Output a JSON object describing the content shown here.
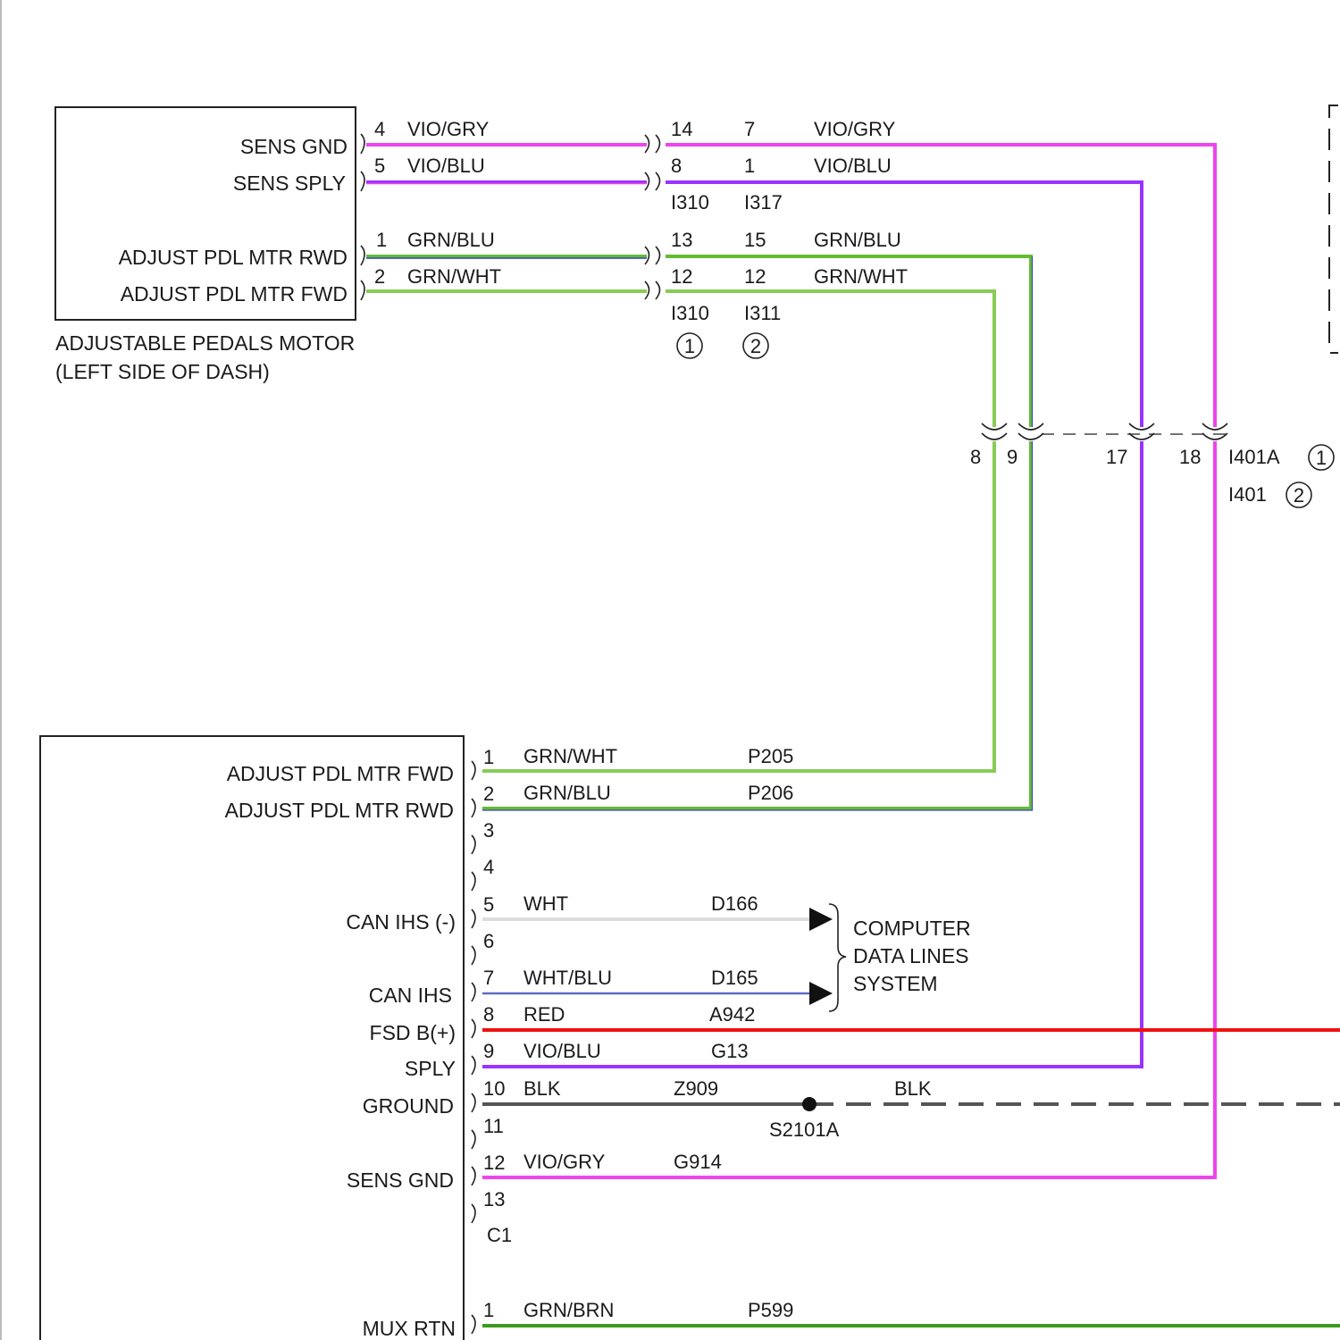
{
  "pedal_motor": {
    "pins": [
      {
        "label": "SENS GND",
        "pin": "4",
        "color": "VIO/GRY"
      },
      {
        "label": "SENS SPLY",
        "pin": "5",
        "color": "VIO/BLU"
      },
      {
        "label": "ADJUST PDL MTR RWD",
        "pin": "1",
        "color": "GRN/BLU"
      },
      {
        "label": "ADJUST PDL MTR FWD",
        "pin": "2",
        "color": "GRN/WHT"
      }
    ],
    "title_line1": "ADJUSTABLE PEDALS MOTOR",
    "title_line2": "(LEFT SIDE OF DASH)"
  },
  "inline_connectors": {
    "rows": [
      {
        "a": "14",
        "b": "7",
        "color": "VIO/GRY"
      },
      {
        "a": "8",
        "b": "1",
        "color": "VIO/BLU"
      },
      {
        "a": "13",
        "b": "15",
        "color": "GRN/BLU"
      },
      {
        "a": "12",
        "b": "12",
        "color": "GRN/WHT"
      }
    ],
    "upper_left": "I310",
    "upper_right": "I317",
    "lower_left": "I310",
    "lower_right": "I311",
    "note1": "1",
    "note2": "2"
  },
  "i401": {
    "pins": [
      "8",
      "9",
      "17",
      "18"
    ],
    "name_a": "I401A",
    "name_b": "I401",
    "note1": "1",
    "note2": "2"
  },
  "module": {
    "labels": {
      "fwd": "ADJUST PDL MTR FWD",
      "rwd": "ADJUST PDL MTR RWD",
      "can_minus": "CAN IHS (-)",
      "can": "CAN IHS",
      "fsd": "FSD B(+)",
      "sply": "SPLY",
      "ground": "GROUND",
      "sens_gnd": "SENS GND",
      "mux_rtn": "MUX RTN"
    },
    "pins": [
      "1",
      "2",
      "3",
      "4",
      "5",
      "6",
      "7",
      "8",
      "9",
      "10",
      "11",
      "12",
      "13"
    ],
    "connector_name": "C1",
    "c2_pin1": "1",
    "wires": [
      {
        "pin": "1",
        "color": "GRN/WHT",
        "circuit": "P205"
      },
      {
        "pin": "2",
        "color": "GRN/BLU",
        "circuit": "P206"
      },
      {
        "pin": "5",
        "color": "WHT",
        "circuit": "D166"
      },
      {
        "pin": "7",
        "color": "WHT/BLU",
        "circuit": "D165"
      },
      {
        "pin": "8",
        "color": "RED",
        "circuit": "A942"
      },
      {
        "pin": "9",
        "color": "VIO/BLU",
        "circuit": "G13"
      },
      {
        "pin": "10",
        "color": "BLK",
        "circuit": "Z909"
      },
      {
        "pin": "12",
        "color": "VIO/GRY",
        "circuit": "G914"
      },
      {
        "pin": "1",
        "color": "GRN/BRN",
        "circuit": "P599"
      }
    ],
    "ground_right_color": "BLK",
    "splice": "S2101A"
  },
  "data_lines": {
    "line1": "COMPUTER",
    "line2": "DATA LINES",
    "line3": "SYSTEM"
  },
  "wire_colors": {
    "violet_gray": "#ee44ee",
    "violet_blue": "#9933ff",
    "green": "#66bb33",
    "green_dark": "#3d9a1f",
    "blue": "#3344cc",
    "red": "#ee1111",
    "black": "#555555",
    "white": "#dddddd"
  }
}
